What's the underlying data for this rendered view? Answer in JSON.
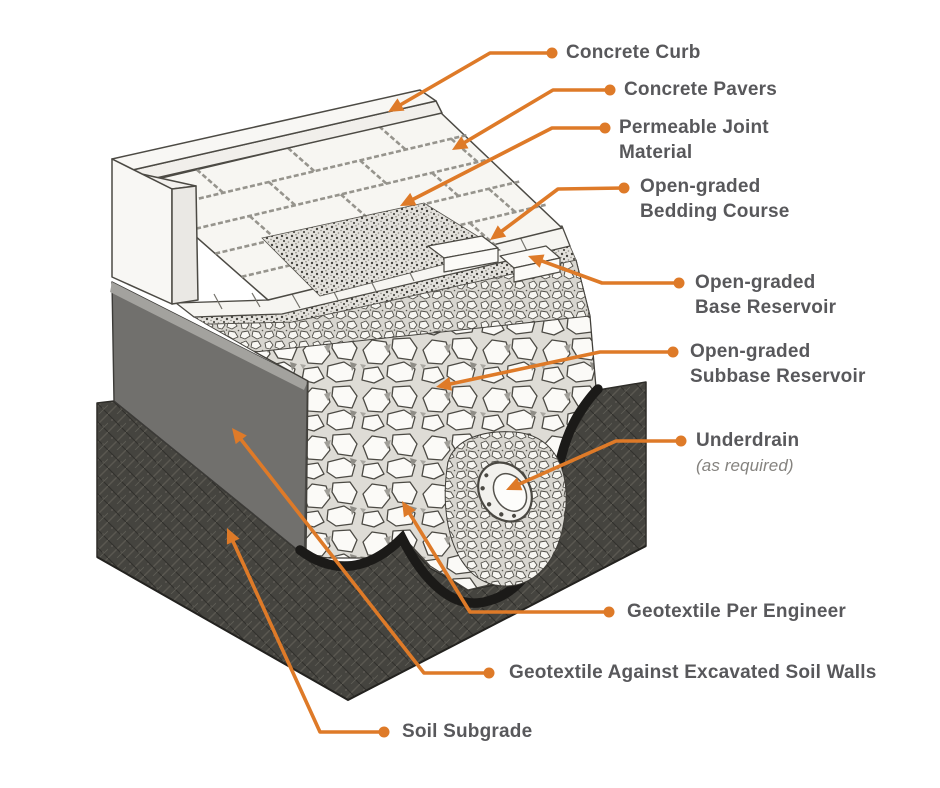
{
  "diagram": {
    "accent_color": "#de7a28",
    "label_color": "#58585b",
    "note_color": "#85837f",
    "labels": [
      {
        "id": "concrete-curb",
        "lines": [
          "Concrete Curb"
        ]
      },
      {
        "id": "concrete-pavers",
        "lines": [
          "Concrete Pavers"
        ]
      },
      {
        "id": "permeable-joint-material",
        "lines": [
          "Permeable Joint",
          "Material"
        ]
      },
      {
        "id": "open-graded-bedding-course",
        "lines": [
          "Open-graded",
          "Bedding Course"
        ]
      },
      {
        "id": "open-graded-base-reservoir",
        "lines": [
          "Open-graded",
          "Base Reservoir"
        ]
      },
      {
        "id": "open-graded-subbase-reservoir",
        "lines": [
          "Open-graded",
          "Subbase Reservoir"
        ]
      },
      {
        "id": "underdrain",
        "lines": [
          "Underdrain"
        ],
        "note": "(as required)"
      },
      {
        "id": "geotextile-per-engineer",
        "lines": [
          "Geotextile Per Engineer"
        ]
      },
      {
        "id": "geotextile-against-excavated-soil-walls",
        "lines": [
          "Geotextile Against Excavated Soil Walls"
        ]
      },
      {
        "id": "soil-subgrade",
        "lines": [
          "Soil Subgrade"
        ]
      }
    ]
  }
}
